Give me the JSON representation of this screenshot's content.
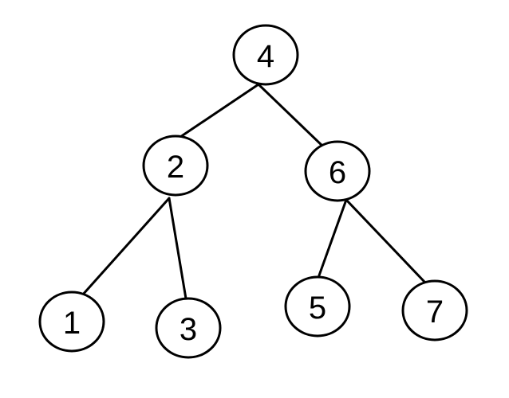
{
  "diagram": {
    "type": "binary-tree",
    "nodes": [
      {
        "id": "n4",
        "label": "4"
      },
      {
        "id": "n2",
        "label": "2"
      },
      {
        "id": "n6",
        "label": "6"
      },
      {
        "id": "n1",
        "label": "1"
      },
      {
        "id": "n3",
        "label": "3"
      },
      {
        "id": "n5",
        "label": "5"
      },
      {
        "id": "n7",
        "label": "7"
      }
    ],
    "edges": [
      {
        "from": "n4",
        "to": "n2"
      },
      {
        "from": "n4",
        "to": "n6"
      },
      {
        "from": "n2",
        "to": "n1"
      },
      {
        "from": "n2",
        "to": "n3"
      },
      {
        "from": "n6",
        "to": "n5"
      },
      {
        "from": "n6",
        "to": "n7"
      }
    ]
  }
}
